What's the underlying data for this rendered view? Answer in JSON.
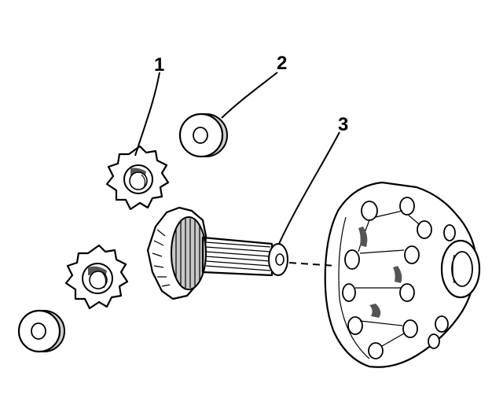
{
  "callouts": {
    "one": "1",
    "two": "2",
    "three": "3"
  },
  "colors": {
    "ink": "#000000",
    "background": "#ffffff",
    "shade": "#bdbdbd",
    "dark_shade": "#555555"
  }
}
